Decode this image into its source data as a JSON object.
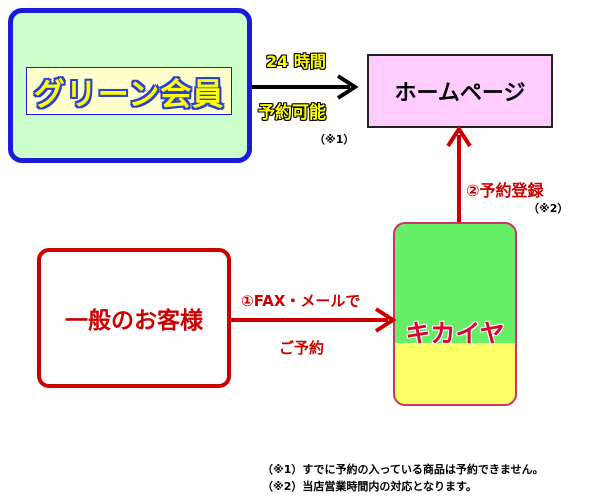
{
  "nodes": {
    "green_member": "グリーン会員",
    "homepage": "ホームページ",
    "general_customer": "一般のお客様",
    "kikaiya": "キカイヤ"
  },
  "edges": {
    "green_to_home_top": "24 時間",
    "green_to_home_bottom": "予約可能",
    "green_to_home_note": "（※1）",
    "kikaiya_to_home": "②予約登録",
    "kikaiya_to_home_note": "（※2）",
    "customer_to_kikaiya_top": "①FAX・メールで",
    "customer_to_kikaiya_bottom": "ご予約"
  },
  "notes": [
    "（※1）すでに予約の入っている商品は予約できません。",
    "（※2）当店営業時間内の対応となります。"
  ],
  "colors": {
    "green_border": "#1a1adb",
    "green_fill": "#ccffcc",
    "home_fill": "#ffccff",
    "customer_border": "#cc0000",
    "kikaiya_green": "#66ee66",
    "kikaiya_yellow": "#ffff66",
    "arrow_black": "#000000",
    "arrow_red": "#cc0000"
  }
}
